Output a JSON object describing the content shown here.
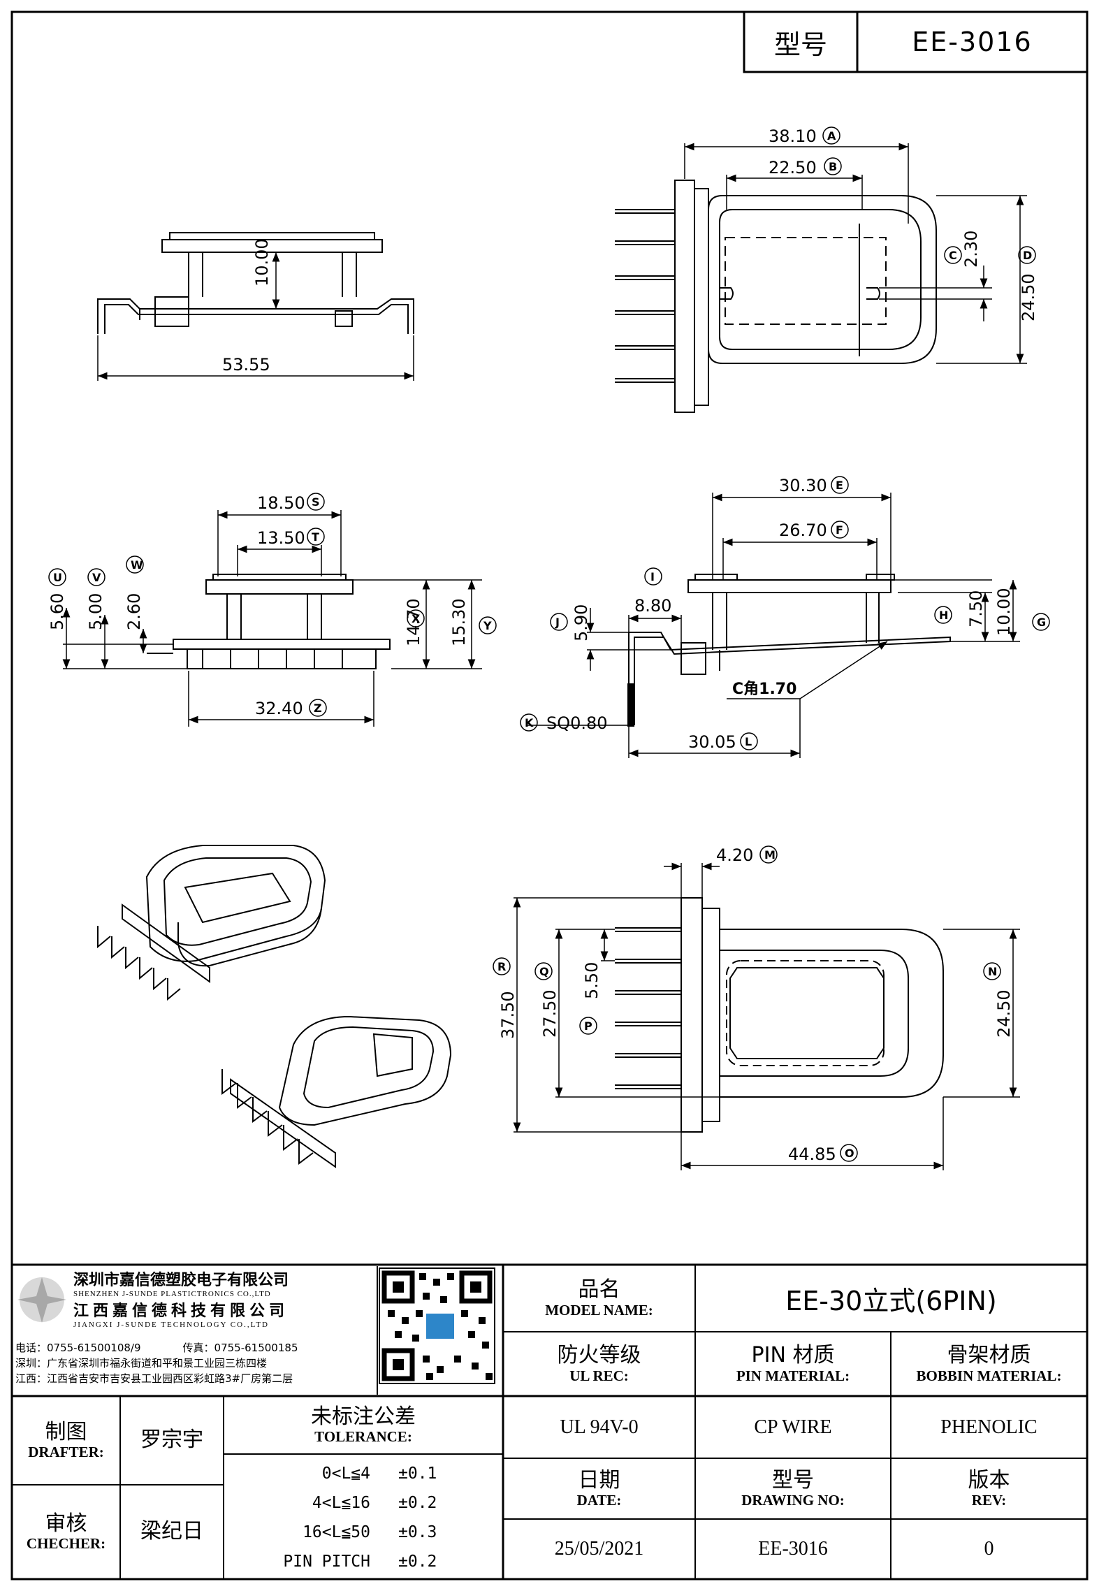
{
  "header": {
    "model_label": "型号",
    "model_value": "EE-3016"
  },
  "dimensions": {
    "A": "38.10",
    "B": "22.50",
    "C": "2.30",
    "D": "24.50",
    "L_total": "53.55",
    "H_side": "10.00",
    "S": "18.50",
    "T": "13.50",
    "U": "5.60",
    "V": "5.00",
    "W": "2.60",
    "X": "14.70",
    "Y": "15.30",
    "Z": "32.40",
    "E": "30.30",
    "F": "26.70",
    "I": "8.80",
    "J": "5.90",
    "H": "7.50",
    "G": "10.00",
    "chamfer": "C角1.70",
    "K": "SQ0.80",
    "L": "30.05",
    "M": "4.20",
    "R": "37.50",
    "Q": "27.50",
    "P": "5.50",
    "N": "24.50",
    "O": "44.85"
  },
  "circle_labels": [
    "A",
    "B",
    "C",
    "D",
    "S",
    "T",
    "U",
    "V",
    "W",
    "X",
    "Y",
    "Z",
    "E",
    "F",
    "I",
    "J",
    "H",
    "G",
    "K",
    "L",
    "M",
    "R",
    "Q",
    "P",
    "N",
    "O"
  ],
  "company": {
    "name_sz": "深圳市嘉信德塑胶电子有限公司",
    "name_sz_en": "SHENZHEN J-SUNDE PLASTICTRONICS CO.,LTD",
    "name_jx": "江西嘉信德科技有限公司",
    "name_jx_en": "JIANGXI J-SUNDE TECHNOLOGY CO.,LTD",
    "tel": "电话：0755-61500108/9",
    "fax": "传真：0755-61500185",
    "addr_sz": "深圳：广东省深圳市福永街道和平和景工业园三栋四楼",
    "addr_jx": "江西：江西省吉安市吉安县工业园西区彩虹路3#厂房第二层"
  },
  "title_block": {
    "model_name_cn": "品名",
    "model_name_en": "MODEL NAME:",
    "model_name_value": "EE-30立式(6PIN)",
    "ul_cn": "防火等级",
    "ul_en": "UL REC:",
    "ul_value": "UL 94V-0",
    "pin_cn": "PIN 材质",
    "pin_en": "PIN MATERIAL:",
    "pin_value": "CP WIRE",
    "bobbin_cn": "骨架材质",
    "bobbin_en": "BOBBIN MATERIAL:",
    "bobbin_value": "PHENOLIC",
    "drafter_cn": "制图",
    "drafter_en": "DRAFTER:",
    "drafter_value": "罗宗宇",
    "checker_cn": "审核",
    "checker_en": "CHECHER:",
    "checker_value": "梁纪日",
    "tol_cn": "未标注公差",
    "tol_en": "TOLERANCE:",
    "tolerances": [
      {
        "range": "0<L≦4",
        "value": "±0.1"
      },
      {
        "range": "4<L≦16",
        "value": "±0.2"
      },
      {
        "range": "16<L≦50",
        "value": "±0.3"
      },
      {
        "range": "PIN PITCH",
        "value": "±0.2"
      }
    ],
    "date_cn": "日期",
    "date_en": "DATE:",
    "date_value": "25/05/2021",
    "dwg_cn": "型号",
    "dwg_en": "DRAWING NO:",
    "dwg_value": "EE-3016",
    "rev_cn": "版本",
    "rev_en": "REV:",
    "rev_value": "0"
  }
}
